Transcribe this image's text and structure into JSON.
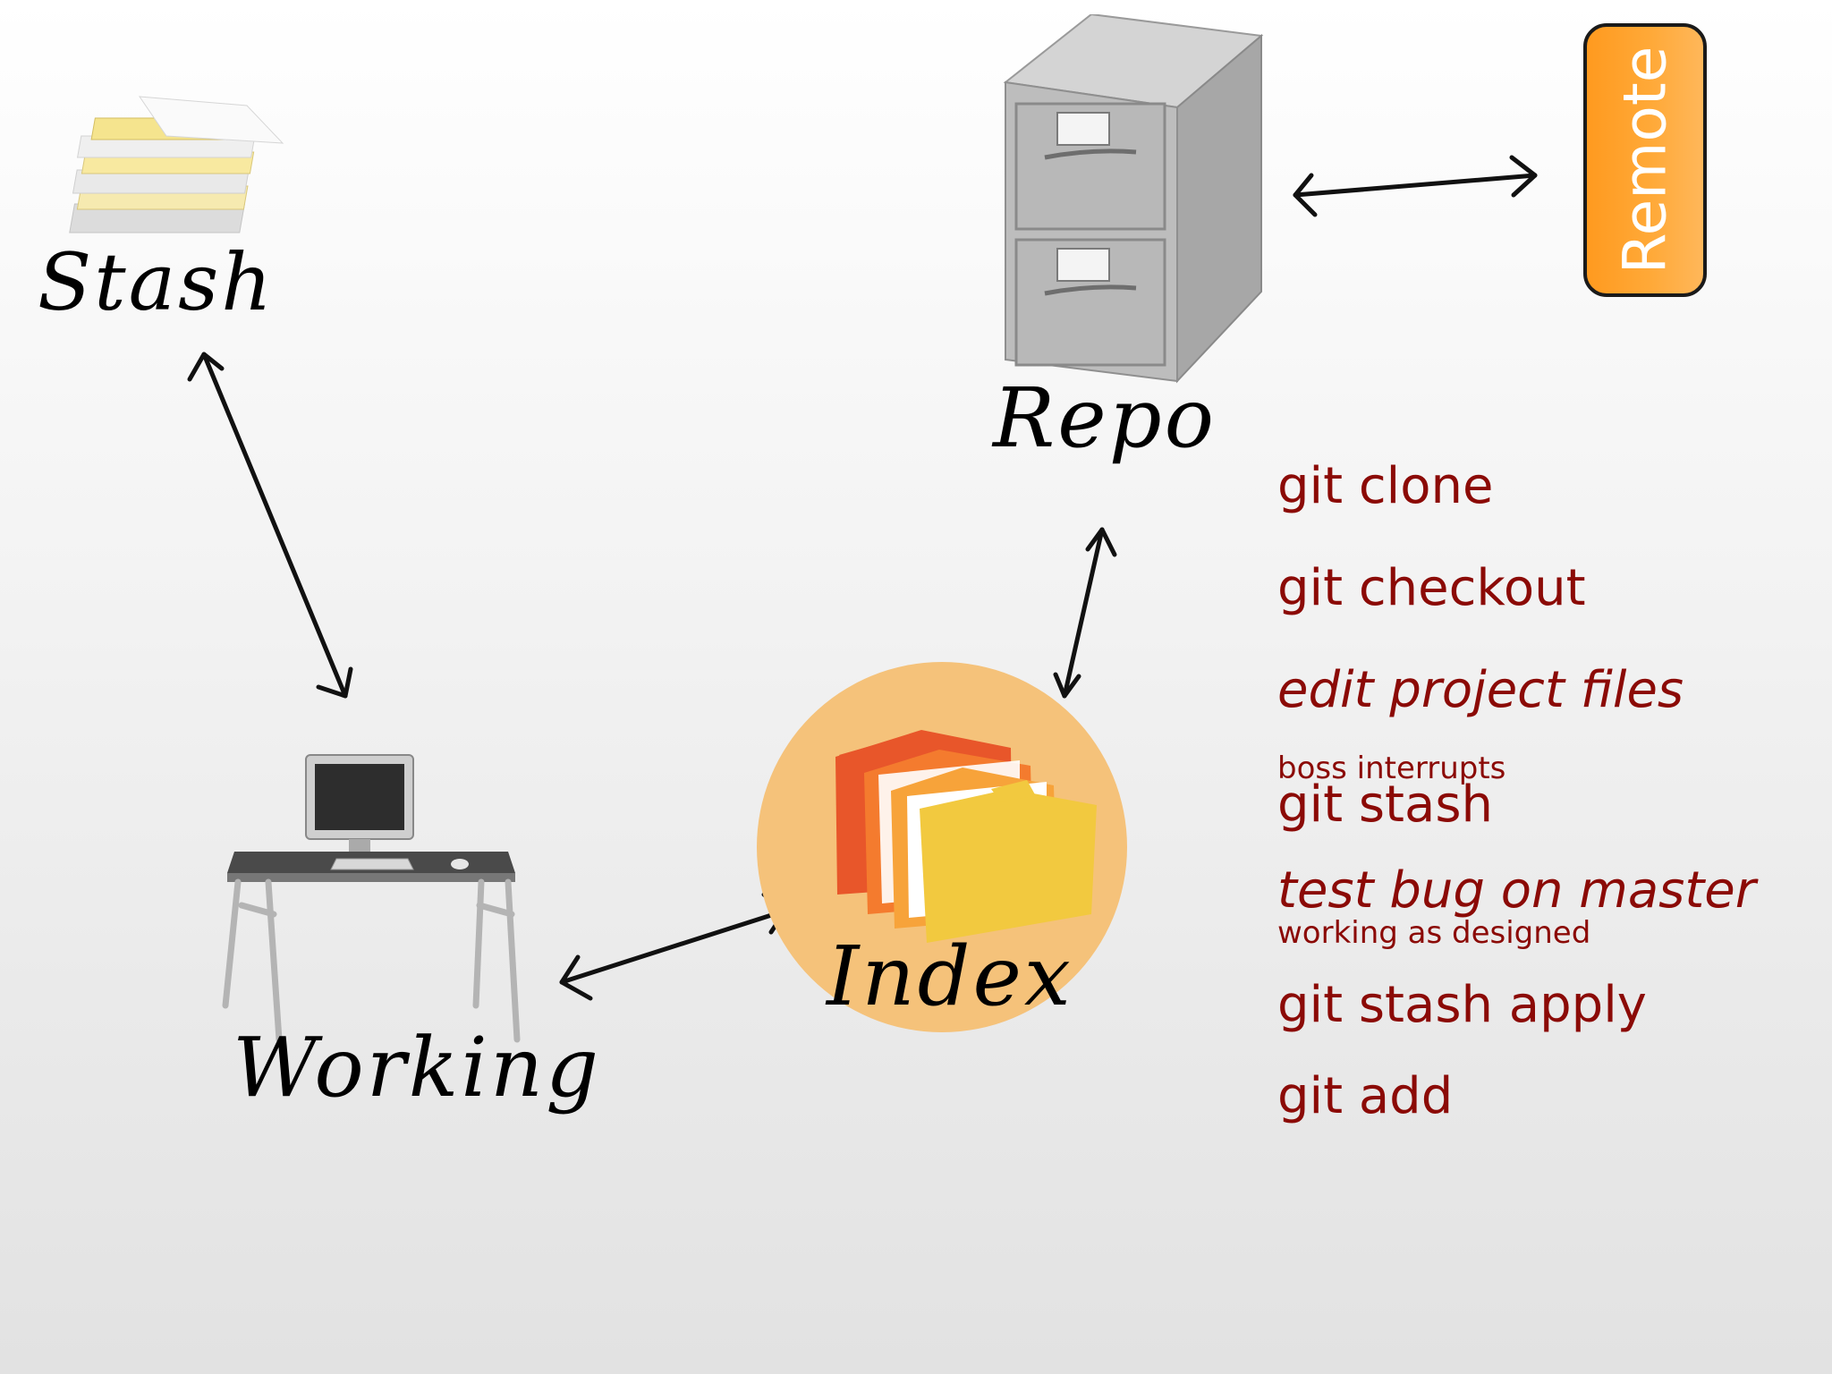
{
  "nodes": {
    "stash": "Stash",
    "repo": "Repo",
    "working": "Working",
    "index": "Index",
    "remote": "Remote"
  },
  "commands": {
    "git_clone": "git clone",
    "git_checkout": "git checkout",
    "edit_project_files": "edit project files",
    "boss_interrupts": "boss interrupts",
    "git_stash": "git stash",
    "test_bug_on_master": "test bug on master",
    "working_as_designed": "working as designed",
    "git_stash_apply": "git stash apply",
    "git_add": "git add"
  },
  "colors": {
    "command_text": "#8b0a06",
    "remote_fill": "#ff9a1f",
    "index_circle": "#f5c27a"
  },
  "icons": {
    "stash": "paper-stack-icon",
    "repo": "filing-cabinet-icon",
    "working": "computer-desk-icon",
    "index": "folders-icon"
  }
}
